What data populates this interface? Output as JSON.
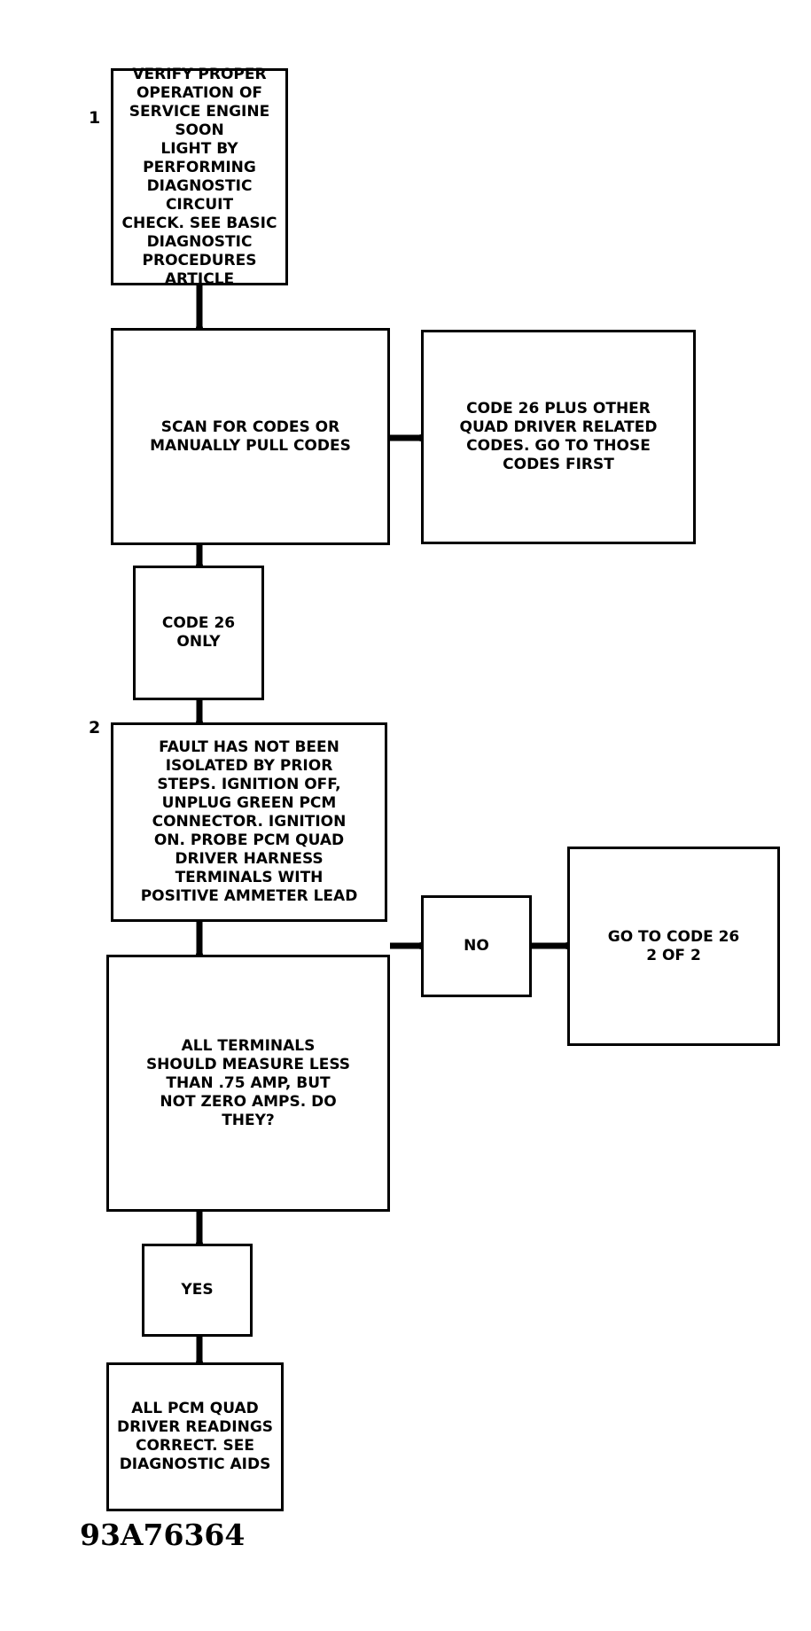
{
  "flowchart": {
    "step_labels": {
      "s1": "1",
      "s2": "2"
    },
    "boxes": {
      "verify": "VERIFY PROPER\nOPERATION OF\nSERVICE ENGINE SOON\nLIGHT BY PERFORMING\nDIAGNOSTIC CIRCUIT\nCHECK. SEE BASIC\nDIAGNOSTIC\nPROCEDURES ARTICLE",
      "scan": "SCAN FOR CODES OR\nMANUALLY PULL CODES",
      "code26_plus": "CODE 26 PLUS OTHER\nQUAD DRIVER RELATED\nCODES. GO TO THOSE\nCODES FIRST",
      "code26_only": "CODE 26\nONLY",
      "fault": "FAULT HAS NOT BEEN\nISOLATED BY PRIOR\nSTEPS. IGNITION OFF,\nUNPLUG GREEN PCM\nCONNECTOR. IGNITION\nON. PROBE PCM QUAD\nDRIVER HARNESS\nTERMINALS WITH\nPOSITIVE AMMETER LEAD",
      "measure": "ALL TERMINALS\nSHOULD MEASURE LESS\nTHAN .75 AMP, BUT\nNOT ZERO AMPS. DO\nTHEY?",
      "no": "NO",
      "goto": "GO TO CODE 26\n2 OF 2",
      "yes": "YES",
      "correct": "ALL PCM QUAD\nDRIVER READINGS\nCORRECT. SEE\nDIAGNOSTIC AIDS"
    },
    "figure_id": "93A76364"
  }
}
